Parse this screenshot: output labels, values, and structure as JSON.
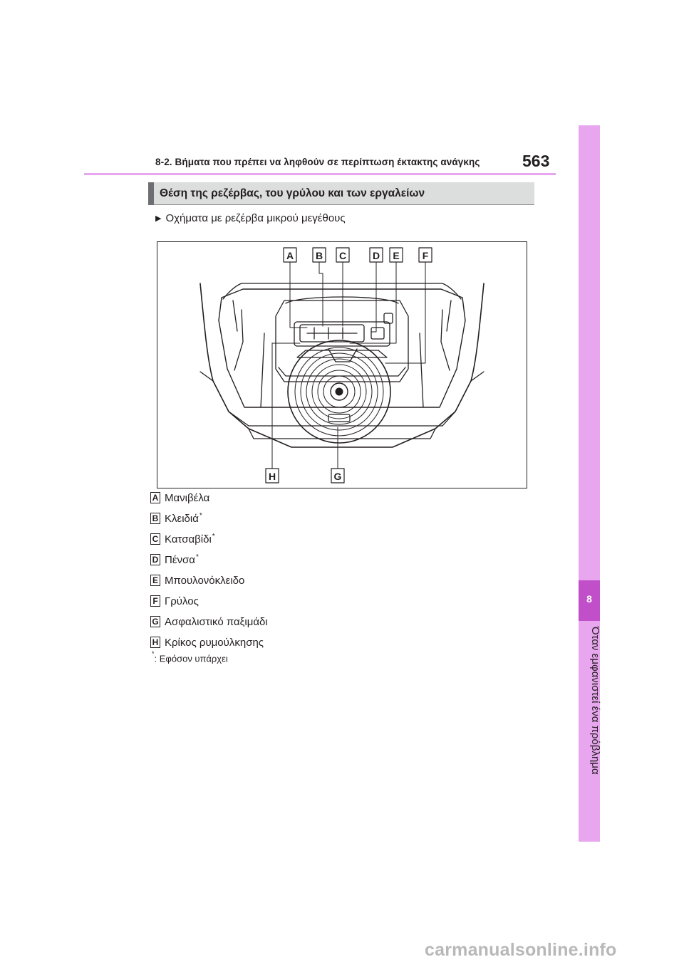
{
  "header": {
    "section_path": "8-2. Βήματα που πρέπει να ληφθούν σε περίπτωση έκτακτης ανάγκης",
    "page_number": "563"
  },
  "side_tab": {
    "chapter_number": "8",
    "chapter_title": "Όταν εμφανιστεί ένα πρόβλημα"
  },
  "section": {
    "title": "Θέση της ρεζέρβας, του γρύλου και των εργαλείων"
  },
  "subheading": "Οχήματα με ρεζέρβα μικρού μεγέθους",
  "figure": {
    "callouts_top": [
      "A",
      "B",
      "C",
      "D",
      "E",
      "F"
    ],
    "callouts_bottom": [
      "H",
      "G"
    ]
  },
  "legend": [
    {
      "key": "A",
      "label": "Μανιβέλα",
      "note": ""
    },
    {
      "key": "B",
      "label": "Κλειδιά",
      "note": "*"
    },
    {
      "key": "C",
      "label": "Κατσαβίδι",
      "note": "*"
    },
    {
      "key": "D",
      "label": "Πένσα",
      "note": "*"
    },
    {
      "key": "E",
      "label": "Μπουλονόκλειδο",
      "note": ""
    },
    {
      "key": "F",
      "label": "Γρύλος",
      "note": ""
    },
    {
      "key": "G",
      "label": "Ασφαλιστικό παξιμάδι",
      "note": ""
    },
    {
      "key": "H",
      "label": "Κρίκος ρυμούλκησης",
      "note": ""
    }
  ],
  "footnote": {
    "mark": "*",
    "text": ": Εφόσον υπάρχει"
  },
  "watermark": "carmanualsonline.info",
  "colors": {
    "accent_pink": "#e8a6ef",
    "accent_purple": "#c04fc9",
    "section_gray": "#dcdddd"
  }
}
